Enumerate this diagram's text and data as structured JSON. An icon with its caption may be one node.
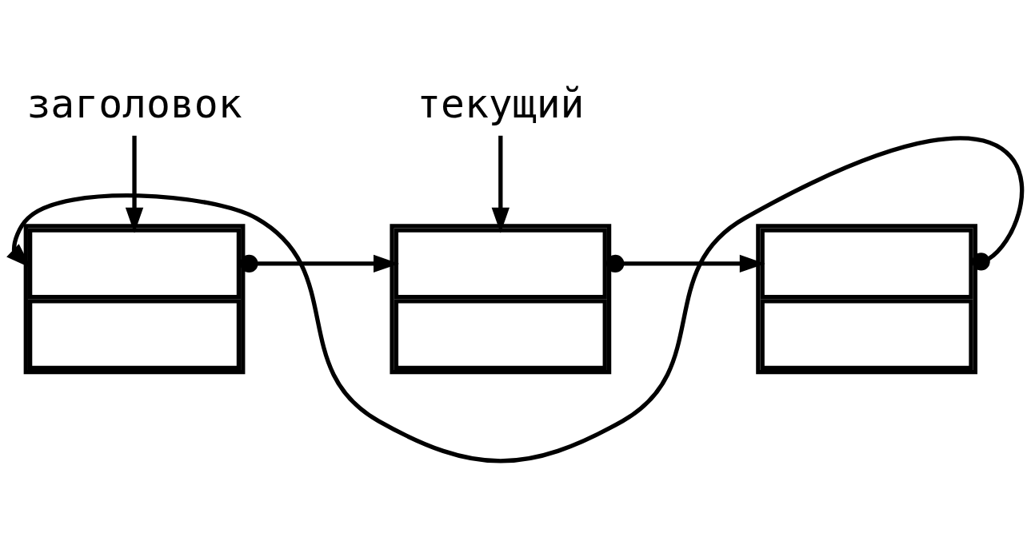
{
  "diagram": {
    "nodes": [
      {
        "text": [
          "текущий"
        ]
      },
      {
        "text": [],
        "shape": "box"
      },
      {
        "text": [],
        "shape": "box"
      },
      {
        "text": [],
        "shape": "box"
      },
      {
        "text": [
          "заголовок"
        ]
      }
    ],
    "edges": [
      {
        "from": 0,
        "to": 2,
        "arrow": "to"
      },
      {
        "from": 4,
        "to": 1,
        "arrow": "to"
      },
      {
        "from": 1,
        "to": 2,
        "arrow": "to"
      },
      {
        "from": 2,
        "to": 3,
        "arrow": "to"
      },
      {
        "from": 3,
        "to": 1,
        "arrow": "to"
      }
    ]
  }
}
